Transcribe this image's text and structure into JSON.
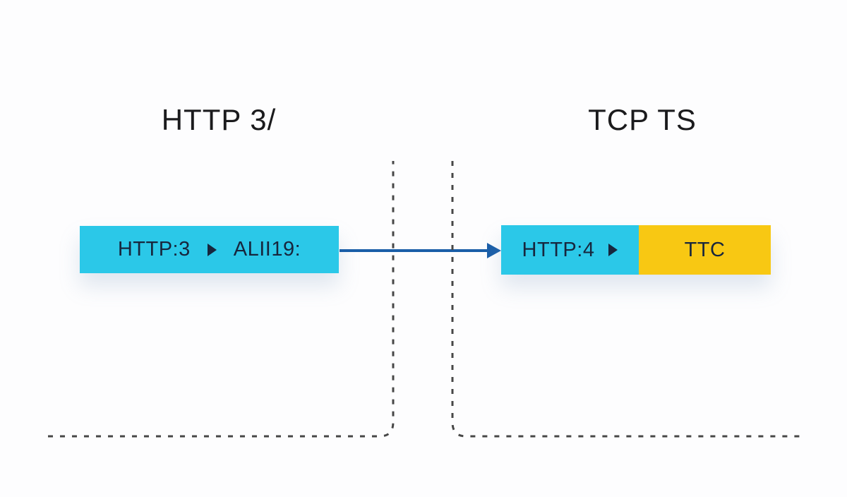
{
  "left_panel": {
    "title": "HTTP 3/",
    "packet": {
      "protocol_label": "HTTP:3",
      "detail_label": "ALII19:"
    }
  },
  "right_panel": {
    "title": "TCP TS",
    "packet": {
      "protocol_label": "HTTP:4",
      "payload_label": "TTC"
    }
  },
  "icons": {
    "packet_marker": "caret-right-icon",
    "flow": "flow-arrow-right-icon"
  },
  "colors": {
    "box_cyan": "#2BC8E8",
    "box_yellow": "#F8C813",
    "arrow_blue": "#1A5EA8",
    "dash_gray": "#474747",
    "title_text": "#1B1B1D",
    "box_text": "#17263D",
    "background": "#FDFDFE"
  }
}
